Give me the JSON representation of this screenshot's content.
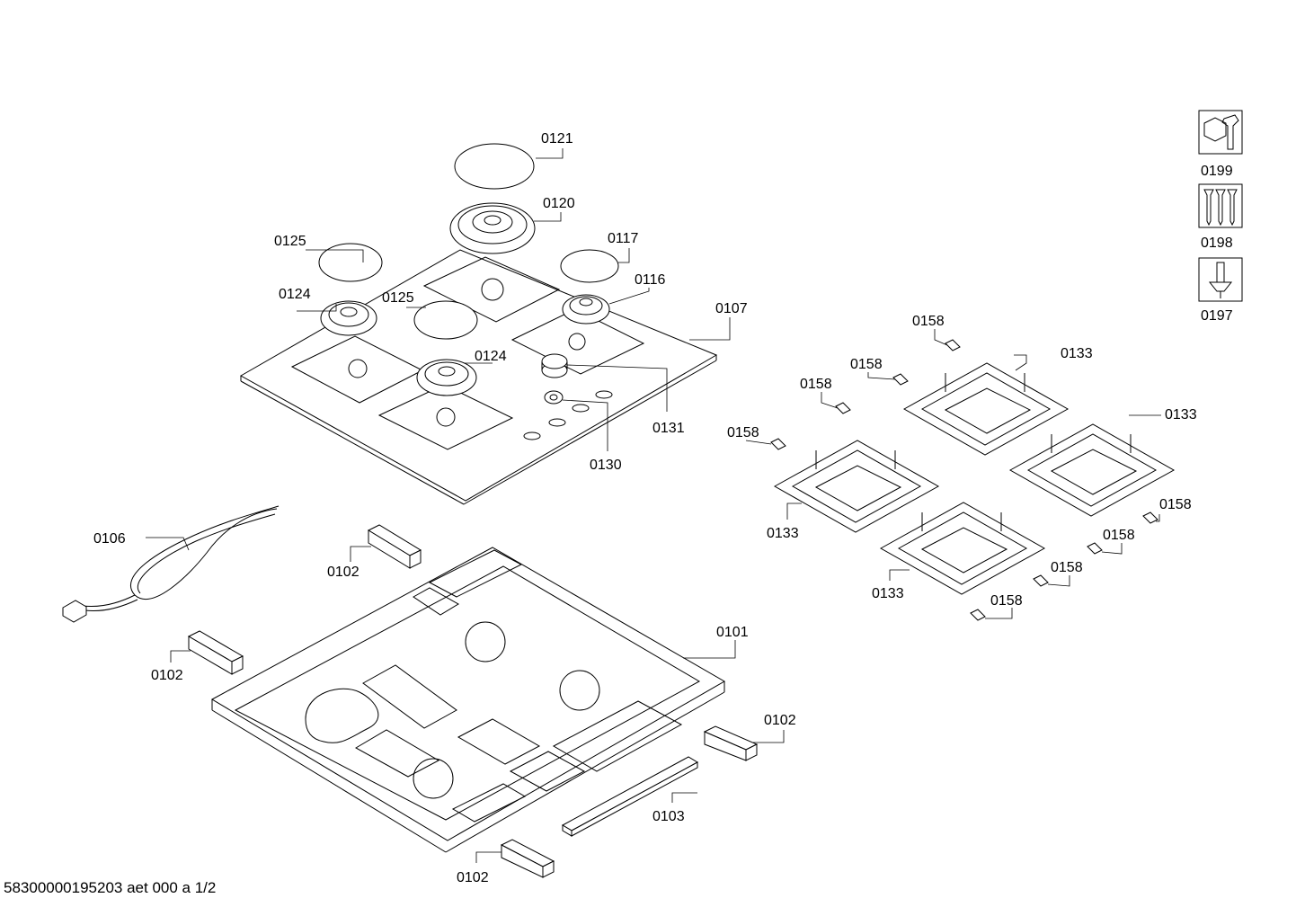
{
  "labels": {
    "p0121": "0121",
    "p0120": "0120",
    "p0117": "0117",
    "p0116": "0116",
    "p0125_a": "0125",
    "p0125_b": "0125",
    "p0124_a": "0124",
    "p0124_b": "0124",
    "p0107": "0107",
    "p0131": "0131",
    "p0130": "0130",
    "p0106": "0106",
    "p0102_a": "0102",
    "p0102_b": "0102",
    "p0102_c": "0102",
    "p0102_d": "0102",
    "p0101": "0101",
    "p0103": "0103",
    "p0158_a": "0158",
    "p0158_b": "0158",
    "p0158_c": "0158",
    "p0158_d": "0158",
    "p0158_e": "0158",
    "p0158_f": "0158",
    "p0158_g": "0158",
    "p0158_h": "0158",
    "p0133_a": "0133",
    "p0133_b": "0133",
    "p0133_c": "0133",
    "p0133_d": "0133",
    "p0199": "0199",
    "p0198": "0198",
    "p0197": "0197"
  },
  "icons": {
    "p0199": "wrench-nut-icon",
    "p0198": "screws-icon",
    "p0197": "rivet-icon"
  },
  "footer": "58300000195203 aet 000 a  1/2"
}
